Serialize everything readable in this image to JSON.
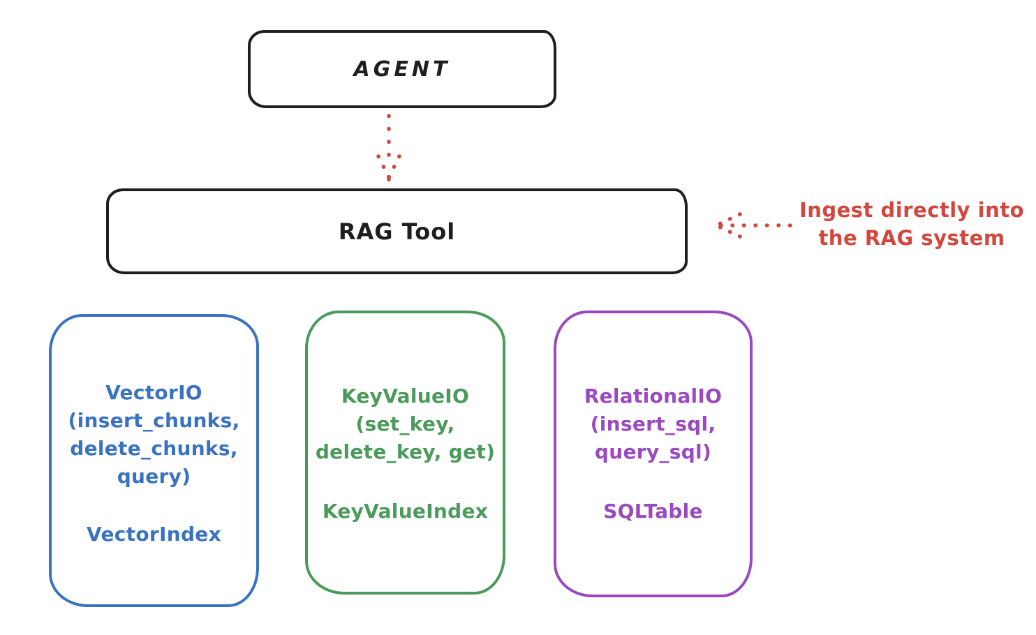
{
  "diagram": {
    "agent": {
      "label": "AGENT"
    },
    "rag_tool": {
      "label": "RAG Tool"
    },
    "annotation": {
      "line1": "Ingest directly into",
      "line2": "the RAG system"
    },
    "cards": [
      {
        "id": "vector-io",
        "title": "VectorIO",
        "param_lines": [
          "(insert_chunks,",
          "delete_chunks,",
          "query)"
        ],
        "index_label": "VectorIndex",
        "color": "#3a72c2"
      },
      {
        "id": "keyvalue-io",
        "title": "KeyValueIO",
        "param_lines": [
          "(set_key,",
          "delete_key, get)"
        ],
        "index_label": "KeyValueIndex",
        "color": "#4a9b59"
      },
      {
        "id": "relational-io",
        "title": "RelationalIO",
        "param_lines": [
          "(insert_sql,",
          "query_sql)"
        ],
        "index_label": "SQLTable",
        "color": "#9a49c0"
      }
    ],
    "colors": {
      "ink": "#1e1e1e",
      "accent_red": "#d2473d",
      "vector_blue": "#3a72c2",
      "keyvalue_green": "#4a9b59",
      "relational_purple": "#9a49c0"
    }
  }
}
